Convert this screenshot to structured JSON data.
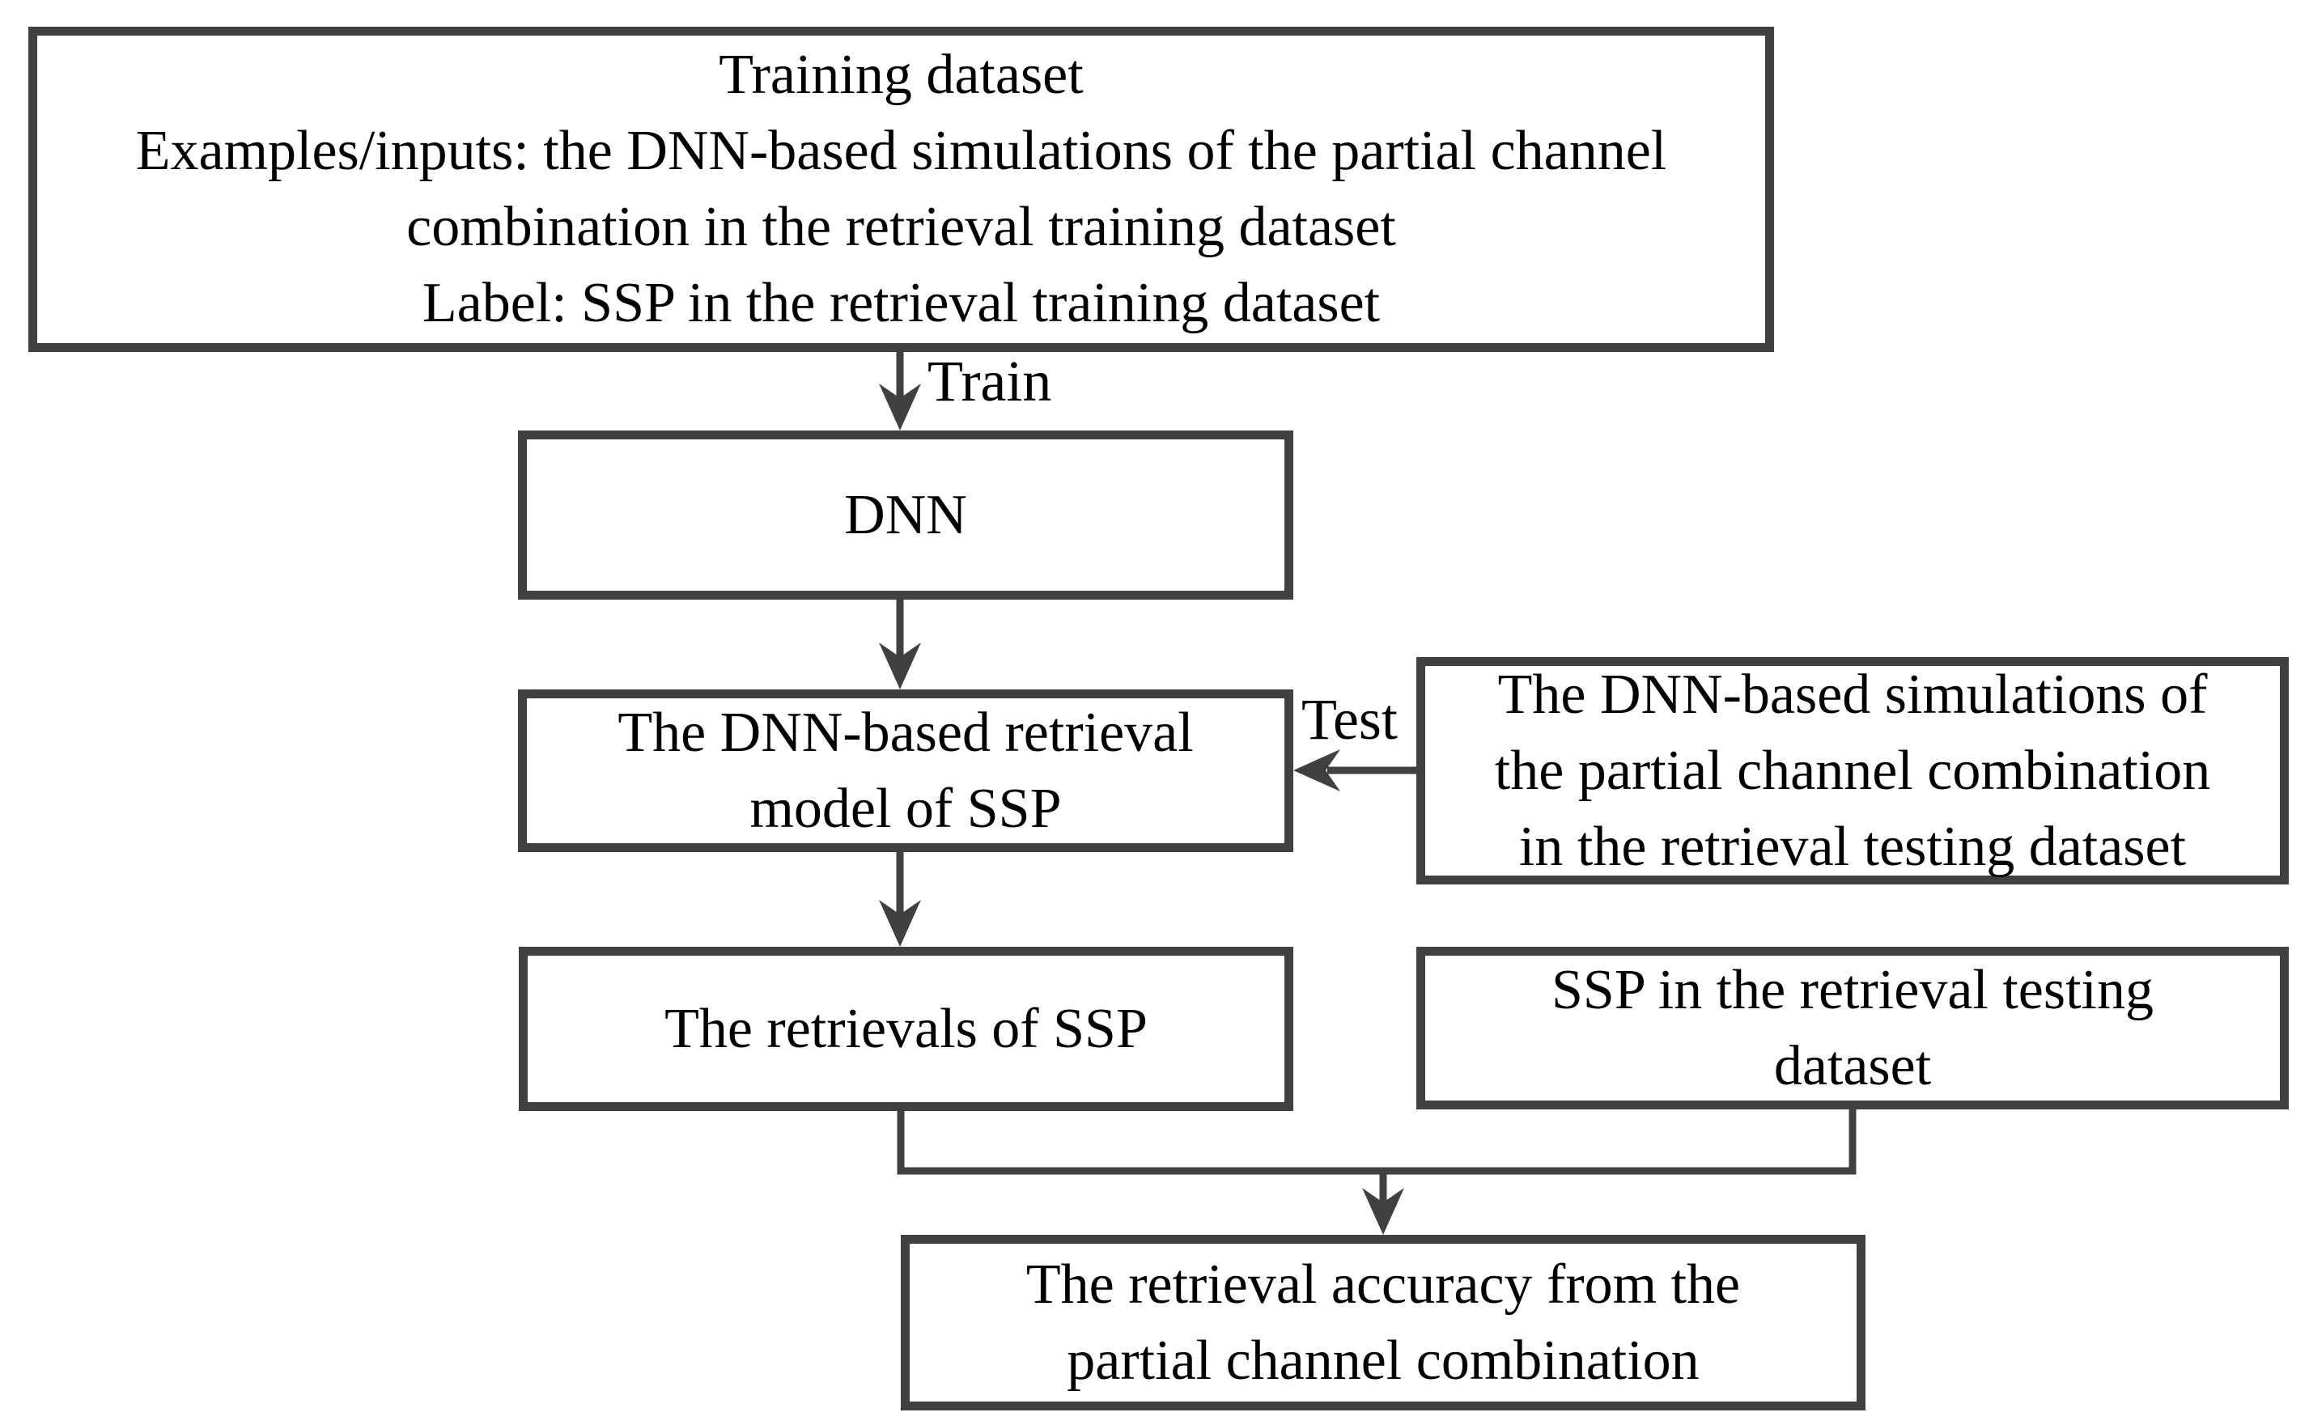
{
  "diagram": {
    "type": "flowchart",
    "colors": {
      "line": "#404040",
      "text": "#000000",
      "background": "#ffffff"
    },
    "boxes": {
      "training_dataset": {
        "lines": [
          "Training dataset",
          "Examples/inputs: the DNN-based simulations of the partial channel",
          "combination in the retrieval training dataset",
          "Label: SSP in the retrieval training dataset"
        ]
      },
      "dnn": {
        "lines": [
          "DNN"
        ]
      },
      "retrieval_model": {
        "lines": [
          "The DNN-based retrieval",
          "model of SSP"
        ]
      },
      "testing_simulations": {
        "lines": [
          "The DNN-based simulations of",
          "the partial channel combination",
          "in the retrieval testing dataset"
        ]
      },
      "retrievals_of_ssp": {
        "lines": [
          "The retrievals of SSP"
        ]
      },
      "ssp_testing_dataset": {
        "lines": [
          "SSP in the retrieval testing",
          "dataset"
        ]
      },
      "retrieval_accuracy": {
        "lines": [
          "The retrieval accuracy from the",
          "partial channel combination"
        ]
      }
    },
    "edge_labels": {
      "train": "Train",
      "test": "Test"
    }
  }
}
